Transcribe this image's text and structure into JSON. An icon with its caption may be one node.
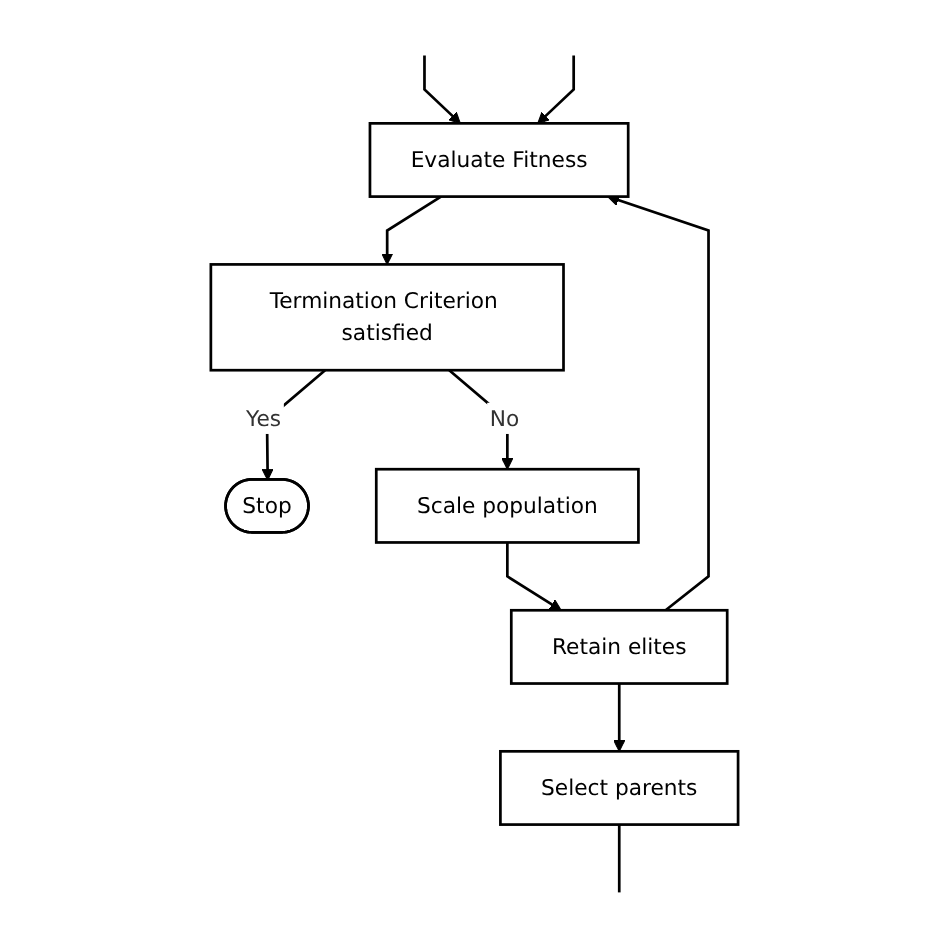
{
  "diagram": {
    "nodes": [
      {
        "text": [
          "Evaluate Fitness"
        ]
      },
      {
        "text": [
          "Termination Criterion satisfied"
        ]
      },
      {
        "text": [
          "Stop"
        ]
      },
      {
        "text": [
          "Scale population"
        ]
      },
      {
        "text": [
          "Retain elites"
        ]
      },
      {
        "text": [
          "Select parents"
        ]
      }
    ],
    "edges": [
      {
        "from": null,
        "to": 0,
        "arrow": "to"
      },
      {
        "from": 0,
        "to": 1,
        "arrow": "to"
      },
      {
        "from": 1,
        "to": 2,
        "arrow": "to",
        "label": "Yes"
      },
      {
        "from": 1,
        "to": 3,
        "arrow": "to",
        "label": "No"
      },
      {
        "from": 3,
        "to": 4,
        "arrow": "to"
      },
      {
        "from": 4,
        "to": 0,
        "arrow": "to"
      },
      {
        "from": 4,
        "to": 5,
        "arrow": "to"
      },
      {
        "from": 5,
        "to": null,
        "arrow": "none"
      },
      {
        "from": null,
        "to": 0,
        "arrow": "to"
      }
    ]
  }
}
